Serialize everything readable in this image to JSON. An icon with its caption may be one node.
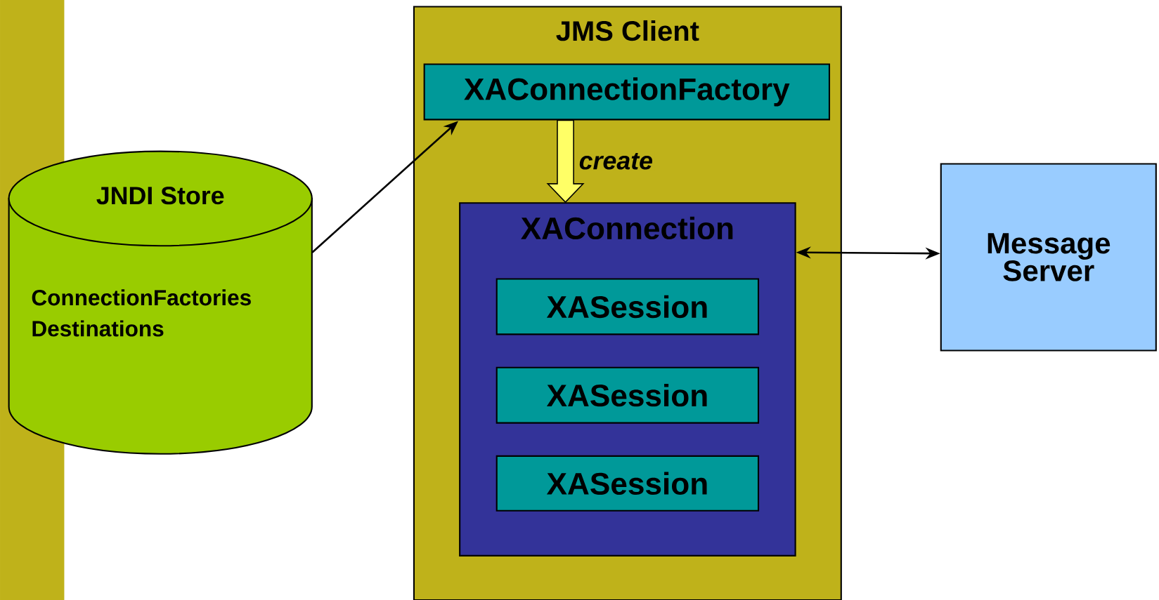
{
  "diagram": {
    "nodes": [
      {
        "text": [
          "JNDI Store",
          "ConnectionFactories",
          "Destinations"
        ]
      },
      {
        "text": [
          "JMS Client"
        ]
      },
      {
        "text": [
          "XAConnectionFactory"
        ],
        "in": 1
      },
      {
        "text": [
          "XAConnection"
        ],
        "in": 1
      },
      {
        "text": [
          "XASession"
        ],
        "in": 3
      },
      {
        "text": [
          "XASession"
        ],
        "in": 3
      },
      {
        "text": [
          "XASession"
        ],
        "in": 3
      },
      {
        "text": [
          "Message Server"
        ]
      }
    ],
    "edges": [
      {
        "from": 0,
        "to": 2,
        "arrow": "to"
      },
      {
        "from": 2,
        "to": 3,
        "arrow": "to",
        "label": "create",
        "style": "thick",
        "color": "#ffff66"
      },
      {
        "from": 3,
        "to": 7,
        "arrow": "both"
      }
    ]
  }
}
